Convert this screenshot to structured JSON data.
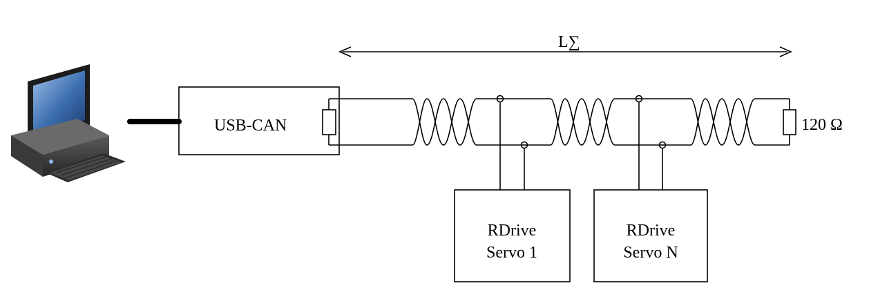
{
  "length_label": "L∑",
  "adapter": {
    "label": "USB-CAN"
  },
  "terminator": {
    "label": "120 Ω"
  },
  "servos": [
    {
      "line1": "RDrive",
      "line2": "Servo 1"
    },
    {
      "line1": "RDrive",
      "line2": "Servo N"
    }
  ],
  "icons": {
    "computer": "desktop-computer-icon"
  }
}
